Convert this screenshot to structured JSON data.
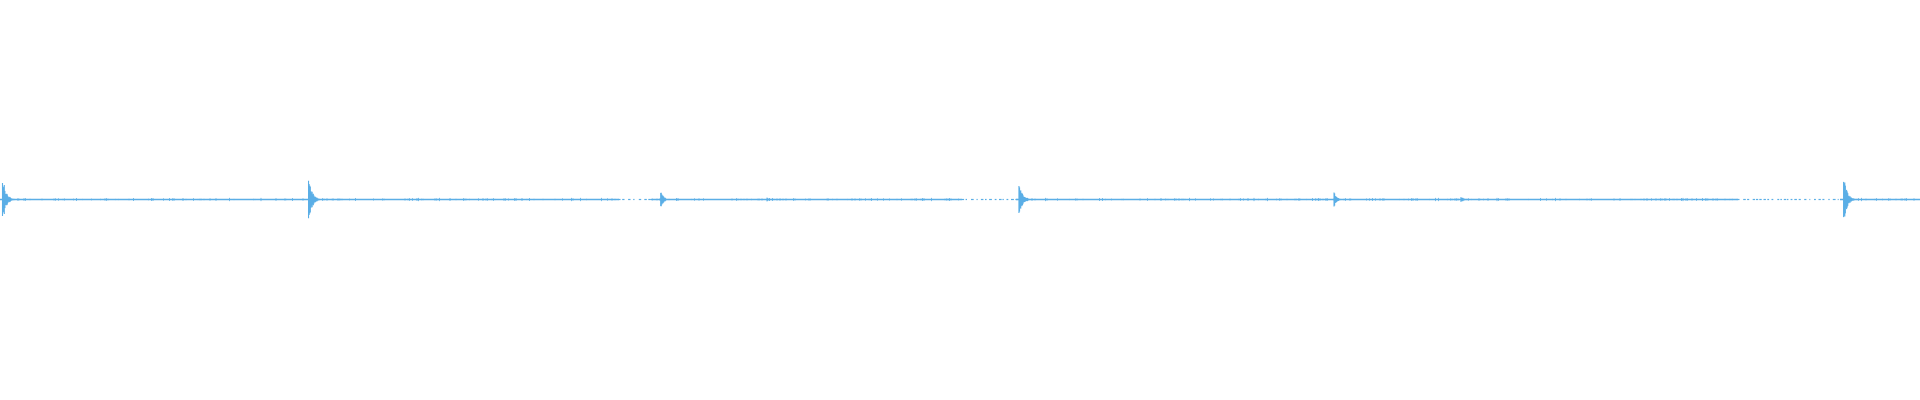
{
  "waveform": {
    "color": "#5aaee6",
    "transients": [
      {
        "time_fraction": 0.0013,
        "amplitude": 1.0,
        "decay": "slow"
      },
      {
        "time_fraction": 0.1607,
        "amplitude": 1.0,
        "decay": "slow"
      },
      {
        "time_fraction": 0.3441,
        "amplitude": 0.38,
        "decay": "short"
      },
      {
        "time_fraction": 0.3995,
        "amplitude": 0.1,
        "decay": "short"
      },
      {
        "time_fraction": 0.5307,
        "amplitude": 0.8,
        "decay": "slow"
      },
      {
        "time_fraction": 0.6948,
        "amplitude": 0.32,
        "decay": "short"
      },
      {
        "time_fraction": 0.7609,
        "amplitude": 0.14,
        "decay": "short"
      },
      {
        "time_fraction": 0.9602,
        "amplitude": 1.0,
        "decay": "slow"
      }
    ],
    "silent_gaps": [
      {
        "start_fraction": 0.322,
        "end_fraction": 0.339
      },
      {
        "start_fraction": 0.501,
        "end_fraction": 0.529
      },
      {
        "start_fraction": 0.905,
        "end_fraction": 0.958
      }
    ]
  }
}
